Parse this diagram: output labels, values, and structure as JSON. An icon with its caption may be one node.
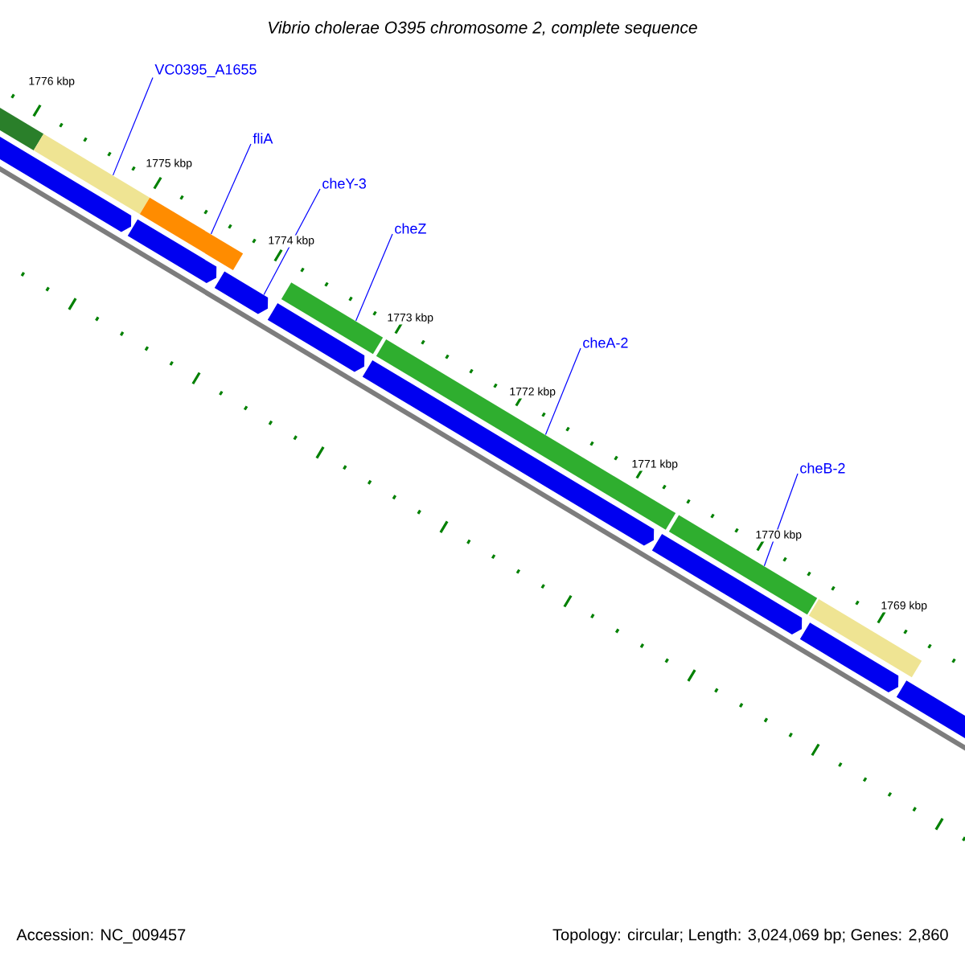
{
  "diagram": {
    "title": "Vibrio cholerae O395 chromosome 2, complete sequence",
    "nodes": [
      {
        "text": [
          "VC0395_A1655"
        ]
      },
      {
        "text": [
          "fliA"
        ]
      },
      {
        "text": [
          "cheY-3"
        ]
      },
      {
        "text": [
          "cheZ"
        ]
      },
      {
        "text": [
          "cheA-2"
        ]
      },
      {
        "text": [
          "cheB-2"
        ]
      },
      {
        "text": [],
        "shape": "bar"
      },
      {
        "text": [],
        "shape": "bar"
      },
      {
        "text": [],
        "shape": "bar"
      },
      {
        "text": [],
        "shape": "bar"
      },
      {
        "text": [],
        "shape": "bar"
      },
      {
        "text": [],
        "shape": "bar"
      },
      {
        "text": [],
        "shape": "bar"
      },
      {
        "text": [],
        "shape": "arrow"
      },
      {
        "text": [],
        "shape": "arrow"
      },
      {
        "text": [],
        "shape": "arrow"
      },
      {
        "text": [],
        "shape": "arrow"
      },
      {
        "text": [],
        "shape": "arrow"
      },
      {
        "text": [],
        "shape": "arrow"
      },
      {
        "text": [],
        "shape": "arrow"
      },
      {
        "text": [],
        "shape": "arrow"
      }
    ],
    "edges": [
      {
        "from": 0,
        "to": 7,
        "arrow": "none"
      },
      {
        "from": 1,
        "to": 8,
        "arrow": "none"
      },
      {
        "from": 2,
        "to": 15,
        "arrow": "none"
      },
      {
        "from": 3,
        "to": 9,
        "arrow": "none"
      },
      {
        "from": 4,
        "to": 10,
        "arrow": "none"
      },
      {
        "from": 5,
        "to": 11,
        "arrow": "none"
      }
    ],
    "labels": [
      "1776 kbp",
      "1775 kbp",
      "1774 kbp",
      "1773 kbp",
      "1772 kbp",
      "1771 kbp",
      "1770 kbp",
      "1769 kbp",
      "Accession: NC_009457",
      "Topology: circular; Length: 3,024,069 bp; Genes: 2,860"
    ]
  }
}
